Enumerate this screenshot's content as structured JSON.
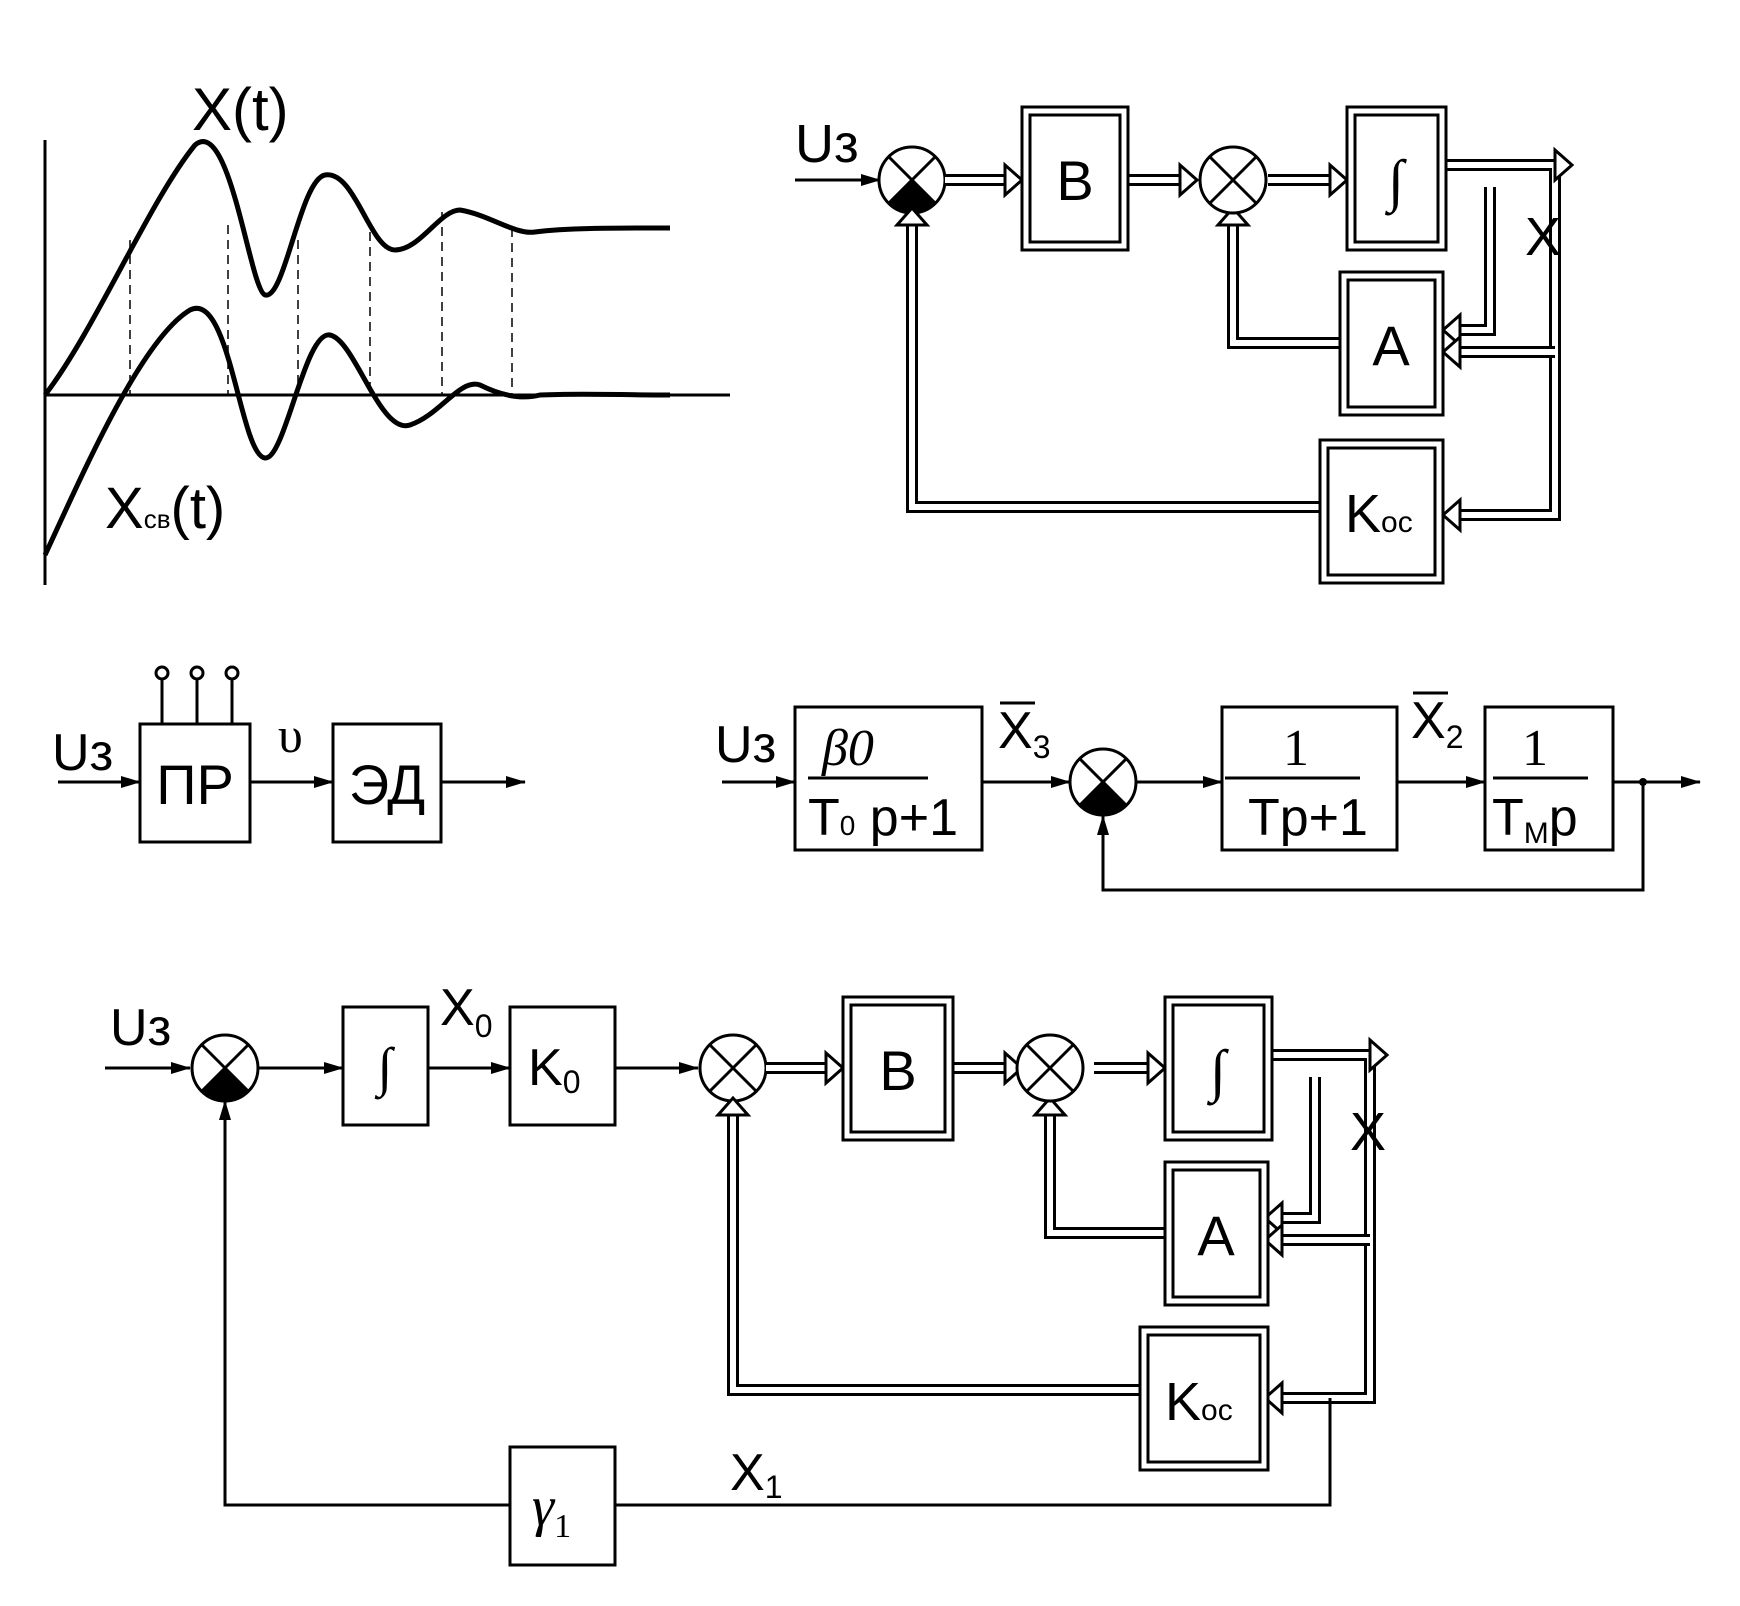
{
  "graph": {
    "x_label": "X(t)",
    "xcb_label_main": "X",
    "xcb_label_sub": "св",
    "xcb_label_tail": "(t)"
  },
  "d1": {
    "u3": "Uз",
    "b": "В",
    "a": "A",
    "kos_main": "K",
    "kos_sub": "ос",
    "x": "X"
  },
  "d2": {
    "u3": "Uз",
    "pr": "ПР",
    "v": "υ",
    "ed": "ЭД"
  },
  "d3": {
    "u3": "Uз",
    "f1_num": "β0",
    "f1_den_a": "T",
    "f1_den_sub": "0",
    "f1_den_b": " p+1",
    "x3_main": "X",
    "x3_sub": "3",
    "f2_num": "1",
    "f2_den": "Tp+1",
    "x2_main": "X",
    "x2_sub": "2",
    "f3_num": "1",
    "f3_den_a": "T",
    "f3_den_sub": "М",
    "f3_den_b": "p"
  },
  "d4": {
    "u3": "Uз",
    "x0_main": "X",
    "x0_sub": "0",
    "k0_main": "K",
    "k0_sub": "0",
    "b": "В",
    "a": "A",
    "kos_main": "K",
    "kos_sub": "ос",
    "x": "X",
    "gamma_main": "γ",
    "gamma_sub": "1",
    "x1_main": "X",
    "x1_sub": "1"
  },
  "integral_symbol": "∫"
}
